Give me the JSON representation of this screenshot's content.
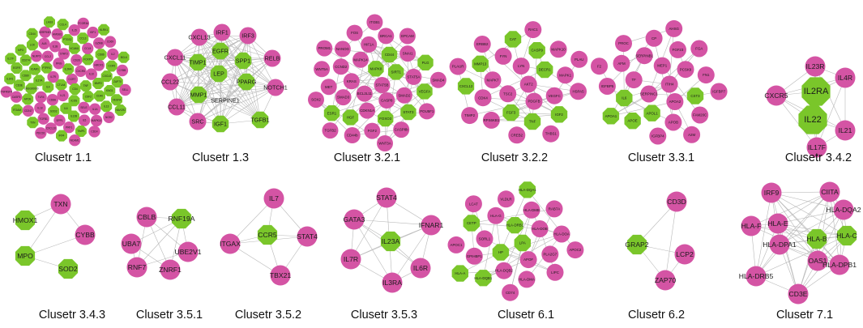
{
  "colors": {
    "gene": "#d454a4",
    "hub": "#7ac62a",
    "edge": "#b8b8b8",
    "text": "#1a1a1a"
  },
  "panels": [
    {
      "caption": "Clusetr 1.1",
      "nodes": [
        [
          "CCR7",
          "p"
        ],
        [
          "CTLA4",
          "g"
        ],
        [
          "IL2RA",
          "g"
        ],
        [
          "CD4",
          "g"
        ],
        [
          "IL7R",
          "p"
        ],
        [
          "CXCR5",
          "p"
        ],
        [
          "IL21",
          "p"
        ],
        [
          "IFNG",
          "p"
        ],
        [
          "TNF",
          "g"
        ],
        [
          "IL4",
          "g"
        ],
        [
          "CD28",
          "p"
        ],
        [
          "ICOS",
          "g"
        ],
        [
          "PTPRC",
          "g"
        ],
        [
          "IL10",
          "p"
        ],
        [
          "CD8A",
          "p"
        ],
        [
          "STAT3",
          "p"
        ],
        [
          "CSF2",
          "g"
        ],
        [
          "IL17A",
          "g"
        ],
        [
          "FOXP3",
          "g"
        ],
        [
          "IL6",
          "g"
        ],
        [
          "CCL2",
          "p"
        ],
        [
          "MMP2",
          "g"
        ],
        [
          "TLR4",
          "p"
        ],
        [
          "VCAM1",
          "g"
        ],
        [
          "SELE",
          "p"
        ],
        [
          "ICAM1",
          "g"
        ],
        [
          "HMOX1",
          "p"
        ],
        [
          "SOD2",
          "g"
        ],
        [
          "IL1B",
          "p"
        ],
        [
          "CD40",
          "g"
        ],
        [
          "ENSG00000",
          "g"
        ],
        [
          "CCL5",
          "p"
        ],
        [
          "IL12B",
          "g"
        ],
        [
          "NLRP3",
          "p"
        ],
        [
          "CXCL8",
          "g"
        ],
        [
          "IL18",
          "p"
        ],
        [
          "PTGS2",
          "g"
        ],
        [
          "IL1A",
          "p"
        ],
        [
          "CD80",
          "g"
        ],
        [
          "CD86",
          "g"
        ],
        [
          "SPP1",
          "p"
        ],
        [
          "ALB",
          "p"
        ],
        [
          "KNG1",
          "g"
        ],
        [
          "APOE",
          "g"
        ],
        [
          "CCL3",
          "g"
        ],
        [
          "IL5",
          "p"
        ],
        [
          "CD274",
          "g"
        ],
        [
          "CCR5",
          "g"
        ],
        [
          "TGFB1",
          "p"
        ],
        [
          "HMGB1",
          "p"
        ],
        [
          "IL13",
          "g"
        ],
        [
          "CD3E",
          "g"
        ],
        [
          "GZMB",
          "p"
        ],
        [
          "PRF1",
          "p"
        ],
        [
          "LCK",
          "g"
        ],
        [
          "ZAP70",
          "g"
        ],
        [
          "CD247",
          "p"
        ],
        [
          "IL15",
          "p"
        ],
        [
          "MAPK14",
          "p"
        ],
        [
          "EGFR",
          "g"
        ],
        [
          "IL2",
          "p"
        ],
        [
          "CXCL10",
          "p"
        ],
        [
          "SERPINE1",
          "p"
        ],
        [
          "VEGFA",
          "g"
        ],
        [
          "CASP3",
          "p"
        ],
        [
          "IGF1",
          "p"
        ],
        [
          "TIMP1",
          "g"
        ],
        [
          "MPO",
          "g"
        ],
        [
          "CYBB",
          "p"
        ],
        [
          "TXN",
          "g"
        ],
        [
          "CCL4",
          "g"
        ],
        [
          "NOS2",
          "p"
        ],
        [
          "IL1R1",
          "g"
        ],
        [
          "CD69",
          "p"
        ],
        [
          "IRF4",
          "g"
        ],
        [
          "CD44",
          "g"
        ],
        [
          "SELL",
          "p"
        ],
        [
          "ITGAM",
          "g"
        ],
        [
          "FCGR3A",
          "p"
        ],
        [
          "CD14",
          "p"
        ],
        [
          "IL17F",
          "g"
        ],
        [
          "BCL6",
          "g"
        ],
        [
          "PDCD1",
          "p"
        ],
        [
          "LAG3",
          "g"
        ],
        [
          "HAVCR2",
          "g"
        ],
        [
          "TNFRSF4",
          "p"
        ],
        [
          "KLRK1",
          "g"
        ],
        [
          "NCAM1",
          "p"
        ]
      ]
    },
    {
      "caption": "Clusetr 1.3",
      "nodes": [
        [
          "CXCL13",
          "p"
        ],
        [
          "IRF1",
          "p"
        ],
        [
          "IRF3",
          "p"
        ],
        [
          "EGFR",
          "g"
        ],
        [
          "TIMP1",
          "g"
        ],
        [
          "SPP1",
          "g"
        ],
        [
          "RELB",
          "p"
        ],
        [
          "CXCL11",
          "p"
        ],
        [
          "LEP",
          "g"
        ],
        [
          "PPARG",
          "g"
        ],
        [
          "CCL22",
          "p"
        ],
        [
          "MMP1",
          "g"
        ],
        [
          "NOTCH1",
          "p"
        ],
        [
          "SERPINE1",
          "w"
        ],
        [
          "CCL11",
          "p"
        ],
        [
          "SRC",
          "p"
        ],
        [
          "IGF1",
          "g"
        ],
        [
          "TGFB1",
          "g"
        ]
      ]
    },
    {
      "caption": "Clusetr 3.2.1",
      "nodes": [
        [
          "STAT5B",
          "p"
        ],
        [
          "BCL2L11",
          "p"
        ],
        [
          "MAPK8",
          "g"
        ],
        [
          "CASP8",
          "p"
        ],
        [
          "KRAS",
          "p"
        ],
        [
          "SIRT1",
          "g"
        ],
        [
          "CDKN1A",
          "p"
        ],
        [
          "MAPK14",
          "p"
        ],
        [
          "SMAD2",
          "p"
        ],
        [
          "SMAD3",
          "p"
        ],
        [
          "CD44",
          "g"
        ],
        [
          "FOXO3",
          "g"
        ],
        [
          "CCND2",
          "p"
        ],
        [
          "STAT5A",
          "p"
        ],
        [
          "HGF",
          "g"
        ],
        [
          "HIF1A",
          "p"
        ],
        [
          "STAT3",
          "g"
        ],
        [
          "MET",
          "p"
        ],
        [
          "SNAI1",
          "p"
        ],
        [
          "FGF2",
          "p"
        ],
        [
          "NANOG",
          "p"
        ],
        [
          "VEGFA",
          "g"
        ],
        [
          "ESR1",
          "g"
        ],
        [
          "BRCA1",
          "p"
        ],
        [
          "CASP8b",
          "p"
        ],
        [
          "WNT5A",
          "p"
        ],
        [
          "PLG",
          "g"
        ],
        [
          "CD44b",
          "p"
        ],
        [
          "FOS",
          "p"
        ],
        [
          "POU5F1",
          "p"
        ],
        [
          "SOX2",
          "p"
        ],
        [
          "EPCAM",
          "p"
        ],
        [
          "WNT3A",
          "p"
        ],
        [
          "PROM1",
          "p"
        ],
        [
          "SMAD4",
          "p"
        ],
        [
          "TGFB2",
          "p"
        ],
        [
          "ITGB1",
          "p"
        ]
      ]
    },
    {
      "caption": "Clusetr 3.2.2",
      "nodes": [
        [
          "AKT2",
          "p"
        ],
        [
          "TSC2",
          "p"
        ],
        [
          "LYN",
          "p"
        ],
        [
          "PDGFB",
          "p"
        ],
        [
          "MAPK7",
          "p"
        ],
        [
          "DECR1",
          "g"
        ],
        [
          "FGF3",
          "g"
        ],
        [
          "FYN",
          "p"
        ],
        [
          "VEGFC",
          "p"
        ],
        [
          "CDK4",
          "p"
        ],
        [
          "CASP9",
          "g"
        ],
        [
          "TNF",
          "g"
        ],
        [
          "MMP13",
          "g"
        ],
        [
          "MAPK1",
          "p"
        ],
        [
          "RPS6KB1",
          "p"
        ],
        [
          "CAT",
          "g"
        ],
        [
          "IGF2",
          "g"
        ],
        [
          "CXCL12",
          "g"
        ],
        [
          "MAPK10",
          "p"
        ],
        [
          "CREB2",
          "p"
        ],
        [
          "ERBB2",
          "p"
        ],
        [
          "HSPA5",
          "p"
        ],
        [
          "TIMP2",
          "p"
        ],
        [
          "RAC1",
          "p"
        ],
        [
          "THBS1",
          "p"
        ],
        [
          "PLAUR",
          "p"
        ],
        [
          "PLAU",
          "p"
        ]
      ]
    },
    {
      "caption": "Clusetr 3.3.1",
      "nodes": [
        [
          "ITIH4",
          "p"
        ],
        [
          "SERPINC1",
          "p"
        ],
        [
          "MEP1",
          "p"
        ],
        [
          "APOA2",
          "p"
        ],
        [
          "TF",
          "p"
        ],
        [
          "PCSK9",
          "p"
        ],
        [
          "APOL1",
          "g"
        ],
        [
          "SERPINB1",
          "p"
        ],
        [
          "CST3",
          "g"
        ],
        [
          "IL6",
          "g"
        ],
        [
          "FGF23",
          "p"
        ],
        [
          "APOB",
          "p"
        ],
        [
          "AFM",
          "p"
        ],
        [
          "FN1",
          "p"
        ],
        [
          "APOE",
          "g"
        ],
        [
          "CP",
          "p"
        ],
        [
          "FAM20C",
          "p"
        ],
        [
          "IGFBP5",
          "p"
        ],
        [
          "FGA",
          "p"
        ],
        [
          "IGFBP4",
          "p"
        ],
        [
          "PROC",
          "p"
        ],
        [
          "IGFBP7",
          "p"
        ],
        [
          "APOA1",
          "g"
        ],
        [
          "AHSG",
          "p"
        ],
        [
          "A2M",
          "p"
        ],
        [
          "F2",
          "p"
        ]
      ]
    },
    {
      "caption": "Clusetr 3.4.2",
      "nodes": [
        [
          "IL23R",
          "p"
        ],
        [
          "IL4R",
          "p"
        ],
        [
          "CXCR5",
          "p"
        ],
        [
          "IL2RA",
          "g"
        ],
        [
          "IL22",
          "g"
        ],
        [
          "IL21",
          "p"
        ],
        [
          "IL17F",
          "p"
        ]
      ]
    },
    {
      "caption": "Clusetr 3.4.3",
      "nodes": [
        [
          "TXN",
          "p"
        ],
        [
          "HMOX1",
          "g"
        ],
        [
          "CYBB",
          "p"
        ],
        [
          "MPO",
          "g"
        ],
        [
          "SOD2",
          "g"
        ]
      ]
    },
    {
      "caption": "Clusetr 3.5.1",
      "nodes": [
        [
          "CBLB",
          "p"
        ],
        [
          "RNF19A",
          "g"
        ],
        [
          "UBA7",
          "p"
        ],
        [
          "UBE2V1",
          "p"
        ],
        [
          "RNF7",
          "p"
        ],
        [
          "ZNRF1",
          "p"
        ]
      ]
    },
    {
      "caption": "Clusetr 3.5.2",
      "nodes": [
        [
          "IL7",
          "p"
        ],
        [
          "CCR5",
          "g"
        ],
        [
          "ITGAX",
          "p"
        ],
        [
          "STAT4",
          "p"
        ],
        [
          "TBX21",
          "p"
        ]
      ]
    },
    {
      "caption": "Clusetr 3.5.3",
      "nodes": [
        [
          "STAT4",
          "p"
        ],
        [
          "GATA3",
          "p"
        ],
        [
          "IFNAR1",
          "p"
        ],
        [
          "IL23A",
          "g"
        ],
        [
          "IL7R",
          "p"
        ],
        [
          "IL6R",
          "p"
        ],
        [
          "IL3RA",
          "p"
        ]
      ]
    },
    {
      "caption": "Clusetr 6.1",
      "nodes": [
        [
          "LPA",
          "g"
        ],
        [
          "HP",
          "g"
        ],
        [
          "HLA-DRB1",
          "g"
        ],
        [
          "APOF",
          "p"
        ],
        [
          "SORL1",
          "p"
        ],
        [
          "HLA-DOB",
          "p"
        ],
        [
          "HLA-DQB2",
          "p"
        ],
        [
          "HLA-G",
          "p"
        ],
        [
          "PLA2G7",
          "p"
        ],
        [
          "GPIHBP1",
          "p"
        ],
        [
          "HLA-DMB",
          "p"
        ],
        [
          "HLA-DMA",
          "p"
        ],
        [
          "CETP",
          "g"
        ],
        [
          "HLA-DOA",
          "p"
        ],
        [
          "HLA-DQB1",
          "g"
        ],
        [
          "VLDLR",
          "p"
        ],
        [
          "LIPC",
          "p"
        ],
        [
          "APOC1",
          "p"
        ],
        [
          "RAB7A",
          "p"
        ],
        [
          "CD74",
          "p"
        ],
        [
          "LCAT",
          "p"
        ],
        [
          "APOC2",
          "p"
        ],
        [
          "HLA-A",
          "g"
        ],
        [
          "HLA-DQA1",
          "g"
        ]
      ]
    },
    {
      "caption": "Clusetr 6.2",
      "nodes": [
        [
          "CD3D",
          "p"
        ],
        [
          "GRAP2",
          "g"
        ],
        [
          "LCP2",
          "p"
        ],
        [
          "ZAP70",
          "p"
        ]
      ]
    },
    {
      "caption": "Clusetr 7.1",
      "nodes": [
        [
          "IRF9",
          "p"
        ],
        [
          "CIITA",
          "p"
        ],
        [
          "HLA-DQA2",
          "p"
        ],
        [
          "HLA-F",
          "p"
        ],
        [
          "HLA-E",
          "p"
        ],
        [
          "HLA-B",
          "g"
        ],
        [
          "HLA-C",
          "g"
        ],
        [
          "HLA-DPA1",
          "p"
        ],
        [
          "OAS1",
          "p"
        ],
        [
          "HLA-DPB1",
          "p"
        ],
        [
          "HLA-DRB5",
          "p"
        ],
        [
          "CD3E",
          "p"
        ]
      ]
    }
  ]
}
